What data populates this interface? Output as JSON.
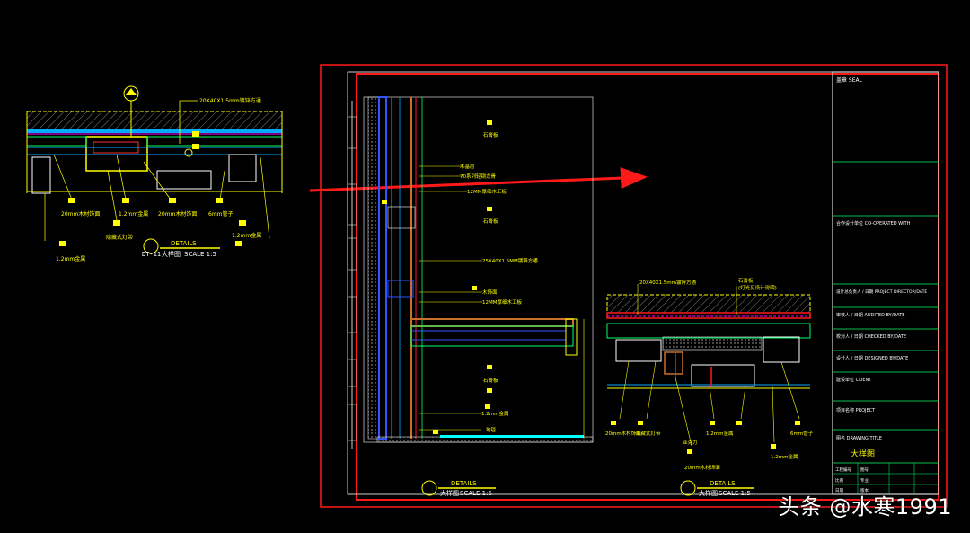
{
  "left_detail": {
    "callout_top": "20X40X1.5mm镀锌方通",
    "tags_row1": [
      "20mm木材饰面",
      "1.2mm金属",
      "20mm木材饰面",
      "6mm管子"
    ],
    "tags_row2": [
      "隐藏式灯带",
      "1.2mm金属"
    ],
    "tag_bottom_left": "1.2mm金属",
    "title": "DETAILS",
    "id": "DT-11",
    "subtitle": "大样图",
    "scale": "SCALE 1:5"
  },
  "section_detail": {
    "labels": [
      "石膏板",
      "木基层",
      "70系列轻钢龙骨",
      "12MM厚细木工板",
      "石膏板",
      "25X40X1.5MM镀锌方通",
      "木饰面",
      "12MM厚细木工板",
      "石膏板",
      "1.2mm金属",
      "地毯"
    ],
    "title": "DETAILS",
    "subtitle": "大样图",
    "scale": "SCALE 1:5"
  },
  "ceiling_detail": {
    "callout_top": "20X40X1.5mm镀锌方通",
    "callout_right": [
      "石膏板",
      "(灯光见设计说明)"
    ],
    "bottom_labels": [
      "20mm木材饰面",
      "隐藏式灯带",
      "亚克力",
      "1.2mm金属",
      "6mm管子",
      "1.2mm金属",
      "20mm木材饰面"
    ],
    "title": "DETAILS",
    "subtitle": "大样图",
    "scale": "SCALE 1:5"
  },
  "title_block": {
    "seal": "盖章 SEAL",
    "co_operated": "合作设计单位 CO-OPERATED WITH",
    "project_director": "设计总负责人 / 日期 PROJECT DIRECTOR/DATE",
    "audited": "审核人 / 日期 AUDITED BY/DATE",
    "checked": "校对人 / 日期 CHECKED BY/DATE",
    "designed": "设计人 / 日期 DESIGNED BY/DATE",
    "client": "建设单位 CLIENT",
    "project": "项目名称 PROJECT",
    "drawing_title": "图名 DRAWING TITLE",
    "drawing_name": "大样图",
    "bottom_rows": [
      "工程编号",
      "图号",
      "比例",
      "专业",
      "日期",
      "版本"
    ]
  },
  "watermark": "头条 @水寒1991",
  "colors": {
    "frame_red": "#ff1a1a",
    "cad_yellow": "#ffff00",
    "cad_green": "#00ff66",
    "cad_cyan": "#00ffff",
    "cad_blue": "#3355ff",
    "cad_magenta": "#ff00ff",
    "cad_white": "#ffffff",
    "cad_brown": "#c8702c"
  }
}
